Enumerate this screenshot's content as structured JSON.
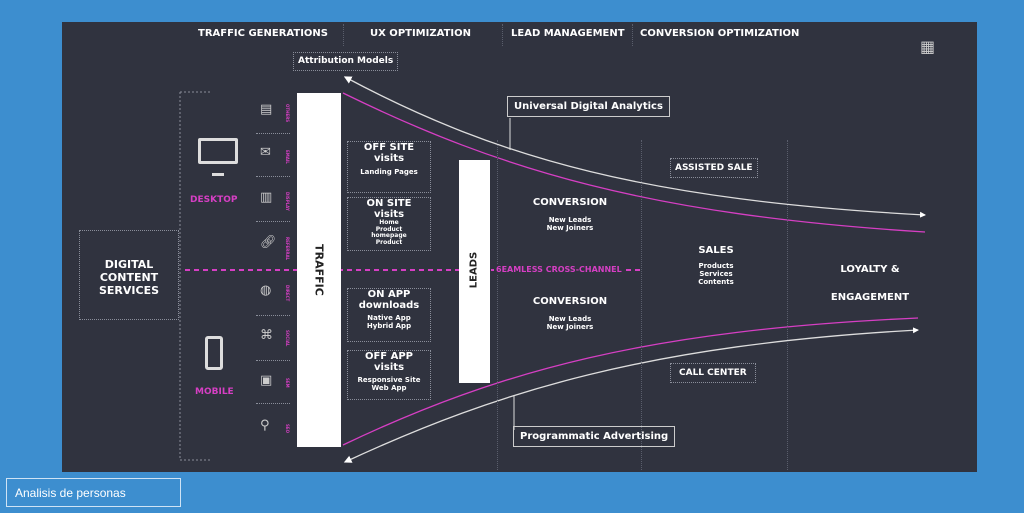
{
  "header": [
    "TRAFFIC GENERATIONS",
    "UX OPTIMIZATION",
    "LEAD MANAGEMENT",
    "CONVERSION OPTIMIZATION"
  ],
  "attribution": "Attribution Models",
  "uda": "Universal Digital Analytics",
  "programmatic": "Programmatic Advertising",
  "assisted": "ASSISTED SALE",
  "callcenter": "CALL CENTER",
  "dcs": [
    "DIGITAL",
    "CONTENT",
    "SERVICES"
  ],
  "desktop": "DESKTOP",
  "mobile": "MOBILE",
  "channels": [
    "OTHERS",
    "EMAIL",
    "DISPLAY",
    "REFERRAL",
    "DIRECT",
    "SOCIAL",
    "SEM",
    "SEO"
  ],
  "traffic": "TRAFFIC",
  "leads": "LEADS",
  "seamless": "6EAMLESS CROSS-CHANNEL",
  "sources": [
    {
      "title": [
        "OFF SITE",
        "visits"
      ],
      "items": [
        "Landing Pages"
      ]
    },
    {
      "title": [
        "ON SITE",
        "visits"
      ],
      "items": [
        "Home",
        "Product",
        "homepage",
        "Product"
      ]
    },
    {
      "title": [
        "ON APP",
        "downloads"
      ],
      "items": [
        "Native App",
        "Hybrid App"
      ]
    },
    {
      "title": [
        "OFF APP",
        "visits"
      ],
      "items": [
        "Responsive Site",
        "Web App"
      ]
    }
  ],
  "conversion": [
    {
      "title": "CONVERSION",
      "items": [
        "New Leads",
        "New Joiners"
      ]
    },
    {
      "title": "CONVERSION",
      "items": [
        "New Leads",
        "New Joiners"
      ]
    }
  ],
  "sales": {
    "title": "SALES",
    "items": [
      "Products",
      "Services",
      "Contents"
    ]
  },
  "loyalty": [
    "LOYALTY &",
    "ENGAGEMENT"
  ],
  "caption": "Analisis de personas",
  "colors": {
    "accent": "#d63fc4",
    "panel": "#30333f",
    "background": "#3d8ecf"
  }
}
